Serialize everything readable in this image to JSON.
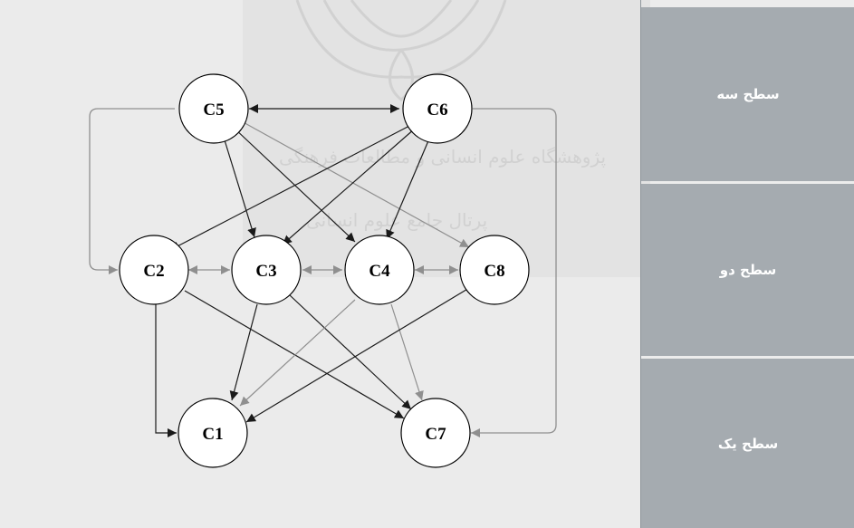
{
  "levels": {
    "three": "سطح سه",
    "two": "سطح دو",
    "one": "سطح یک"
  },
  "nodes": {
    "c5": "C5",
    "c6": "C6",
    "c2": "C2",
    "c3": "C3",
    "c4": "C4",
    "c8": "C8",
    "c1": "C1",
    "c7": "C7"
  },
  "colors": {
    "dark_edge": "#1a1a1a",
    "grey_edge": "#8f8f8f",
    "panel": "#a5abb0"
  }
}
